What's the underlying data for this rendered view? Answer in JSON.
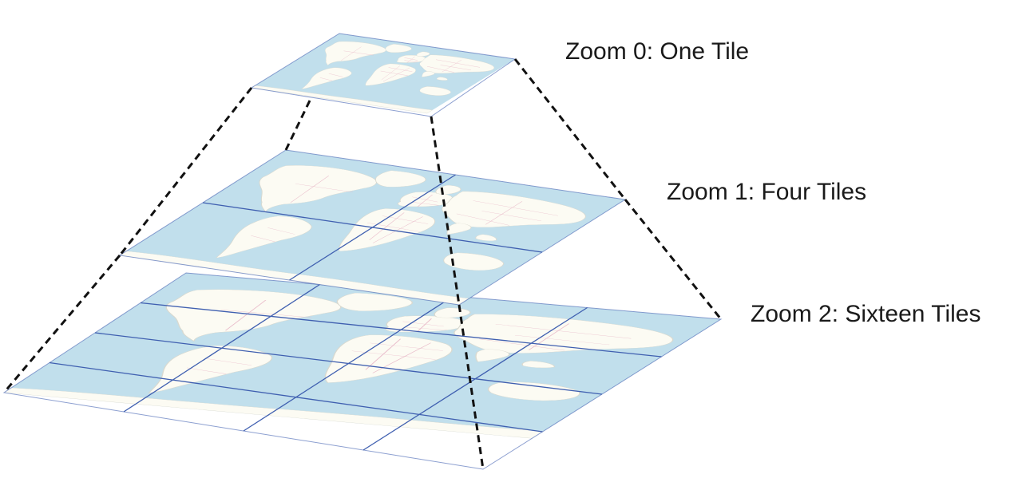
{
  "diagram": {
    "levels": [
      {
        "zoom": 0,
        "label": "Zoom 0:  One Tile",
        "tiles_per_side": 1,
        "tile_count": 1
      },
      {
        "zoom": 1,
        "label": "Zoom 1:  Four Tiles",
        "tiles_per_side": 2,
        "tile_count": 4
      },
      {
        "zoom": 2,
        "label": "Zoom 2:  Sixteen Tiles",
        "tiles_per_side": 4,
        "tile_count": 16
      }
    ],
    "colors": {
      "ocean": "#c1dfec",
      "land": "#fcfbf3",
      "grid": "#3f5fb0",
      "border": "#e8b8c8",
      "guide": "#111111"
    }
  }
}
